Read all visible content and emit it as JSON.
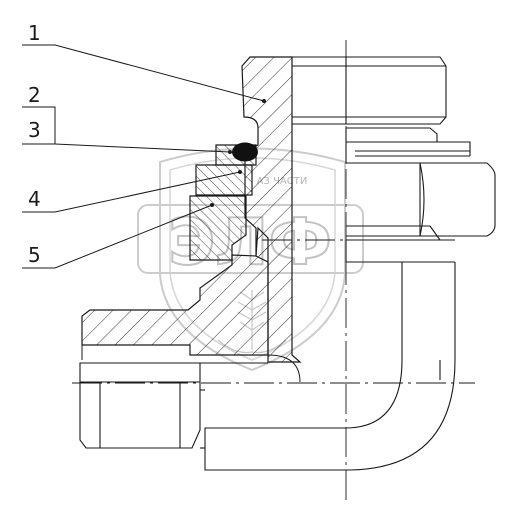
{
  "callouts": [
    {
      "id": "1",
      "label": "1"
    },
    {
      "id": "2",
      "label": "2"
    },
    {
      "id": "3",
      "label": "3"
    },
    {
      "id": "4",
      "label": "4"
    },
    {
      "id": "5",
      "label": "5"
    }
  ],
  "watermark": {
    "logo_text": "ЭЛФ",
    "caption": "АЗ ЧАСТИ"
  },
  "colors": {
    "line": "#1a1a1a",
    "hatch": "#333333",
    "watermark": "#b9b9b9",
    "oring_fill": "#111111"
  }
}
